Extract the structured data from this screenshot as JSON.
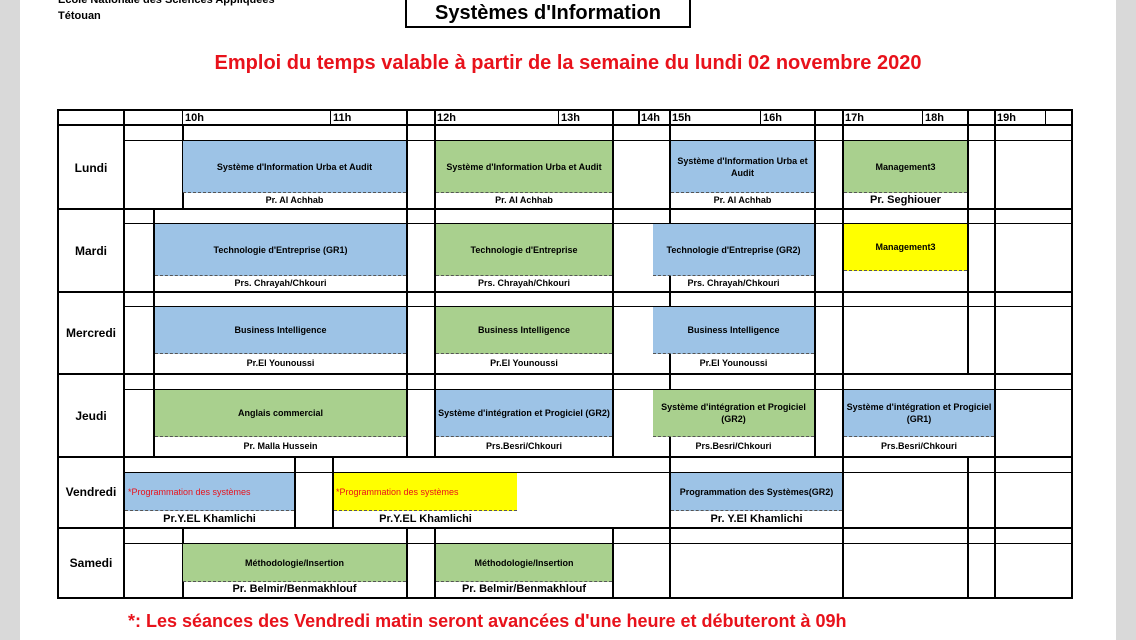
{
  "header": {
    "school_line1": "Ecole Nationale des Sciences Appliquées",
    "school_line2": "Tétouan",
    "title": "Systèmes d'Information",
    "subtitle": "Emploi du temps valable à partir de la semaine du lundi 02 novembre 2020"
  },
  "hours": [
    "10h",
    "11h",
    "12h",
    "13h",
    "14h",
    "15h",
    "16h",
    "17h",
    "18h",
    "19h"
  ],
  "days": [
    "Lundi",
    "Mardi",
    "Mercredi",
    "Jeudi",
    "Vendredi",
    "Samedi"
  ],
  "sessions": {
    "lundi": [
      {
        "course": "Système d'Information Urba et Audit",
        "prof": "Pr. Al Achhab"
      },
      {
        "course": "Système d'Information Urba et Audit",
        "prof": "Pr. Al Achhab"
      },
      {
        "course": "Système d'Information Urba et Audit",
        "prof": "Pr. Al Achhab"
      },
      {
        "course": "Management3",
        "prof": "Pr. Seghiouer"
      }
    ],
    "mardi": [
      {
        "course": "Technologie d'Entreprise (GR1)",
        "prof": "Prs. Chrayah/Chkouri"
      },
      {
        "course": "Technologie d'Entreprise",
        "prof": "Prs. Chrayah/Chkouri"
      },
      {
        "course": "Technologie d'Entreprise (GR2)",
        "prof": "Prs. Chrayah/Chkouri"
      },
      {
        "course": "Management3",
        "prof": ""
      }
    ],
    "mercredi": [
      {
        "course": "Business Intelligence",
        "prof": "Pr.El Younoussi"
      },
      {
        "course": "Business Intelligence",
        "prof": "Pr.El Younoussi"
      },
      {
        "course": "Business Intelligence",
        "prof": "Pr.El Younoussi"
      }
    ],
    "jeudi": [
      {
        "course": "Anglais commercial",
        "prof": "Pr. Malla Hussein"
      },
      {
        "course": "Système d'intégration et Progiciel (GR2)",
        "prof": "Prs.Besri/Chkouri"
      },
      {
        "course": "Système d'intégration et Progiciel (GR2)",
        "prof": "Prs.Besri/Chkouri"
      },
      {
        "course": "Système d'intégration et Progiciel (GR1)",
        "prof": "Prs.Besri/Chkouri"
      }
    ],
    "vendredi": [
      {
        "course": "*Programmation des systèmes",
        "prof": "Pr.Y.EL Khamlichi"
      },
      {
        "course": "*Programmation des systèmes",
        "prof": "Pr.Y.EL Khamlichi"
      },
      {
        "course": "Programmation des Systèmes(GR2)",
        "prof": "Pr. Y.El Khamlichi"
      }
    ],
    "samedi": [
      {
        "course": "Méthodologie/Insertion",
        "prof": "Pr. Belmir/Benmakhlouf"
      },
      {
        "course": "Méthodologie/Insertion",
        "prof": "Pr. Belmir/Benmakhlouf"
      }
    ]
  },
  "colors": {
    "blue": "#9dc3e6",
    "green": "#a9d08e",
    "yellow": "#ffff00",
    "red": "#e8121b"
  },
  "footer": "*: Les séances des Vendredi matin seront avancées d'une heure et débuteront à 09h"
}
